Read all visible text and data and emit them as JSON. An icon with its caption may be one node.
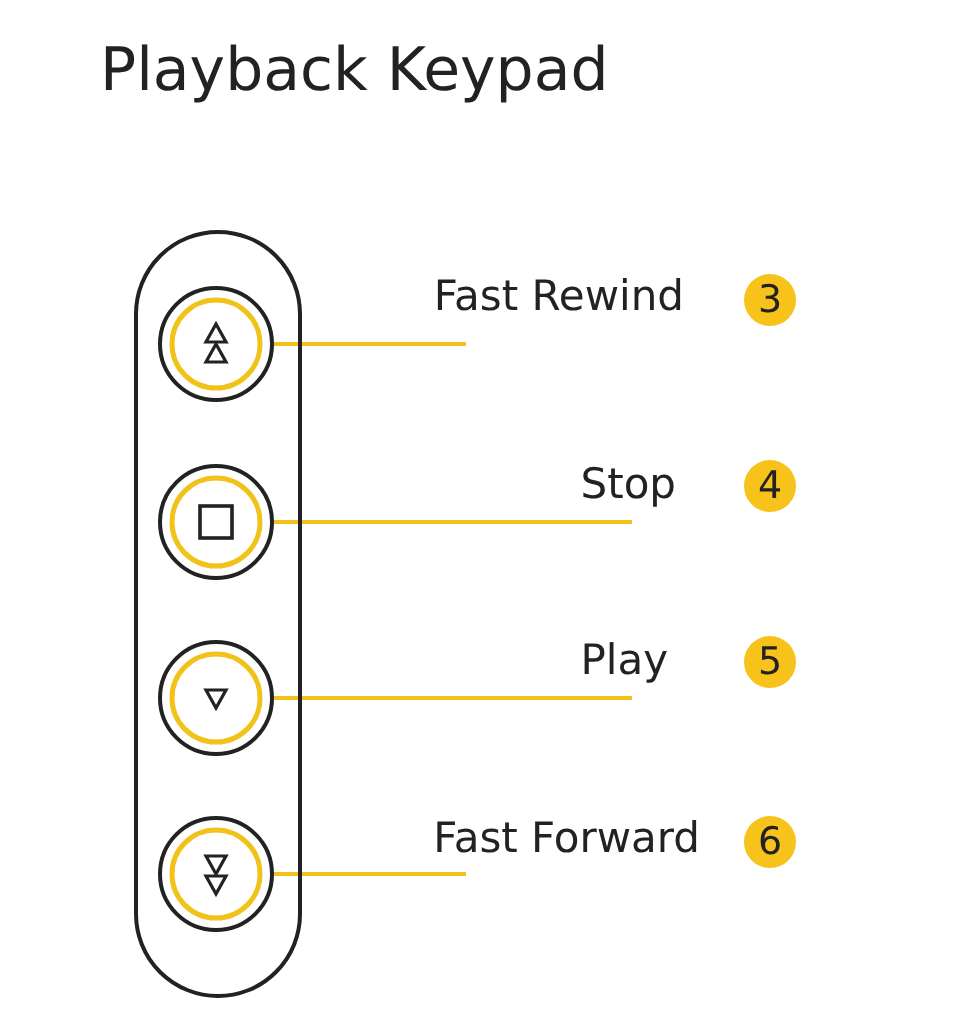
{
  "diagram": {
    "title": "Playback Keypad",
    "nodes": [
      {
        "text": [],
        "shape": "box"
      },
      {
        "text": [],
        "shape": "circle",
        "in": 0
      },
      {
        "text": [],
        "shape": "circle",
        "in": 0
      },
      {
        "text": [],
        "shape": "circle",
        "in": 0
      },
      {
        "text": [],
        "shape": "circle",
        "in": 0
      },
      {
        "text": [
          "Fast Rewind"
        ]
      },
      {
        "text": [
          "3"
        ]
      },
      {
        "text": [
          "Stop"
        ]
      },
      {
        "text": [
          "4"
        ]
      },
      {
        "text": [
          "Play"
        ]
      },
      {
        "text": [
          "5"
        ]
      },
      {
        "text": [
          "Fast Forward"
        ]
      },
      {
        "text": [
          "6"
        ]
      }
    ],
    "edges": [
      {
        "from": 5,
        "to": 1,
        "arrow": "none"
      },
      {
        "from": 7,
        "to": 2,
        "arrow": "none"
      },
      {
        "from": 9,
        "to": 3,
        "arrow": "none"
      },
      {
        "from": 11,
        "to": 4,
        "arrow": "none"
      }
    ]
  }
}
